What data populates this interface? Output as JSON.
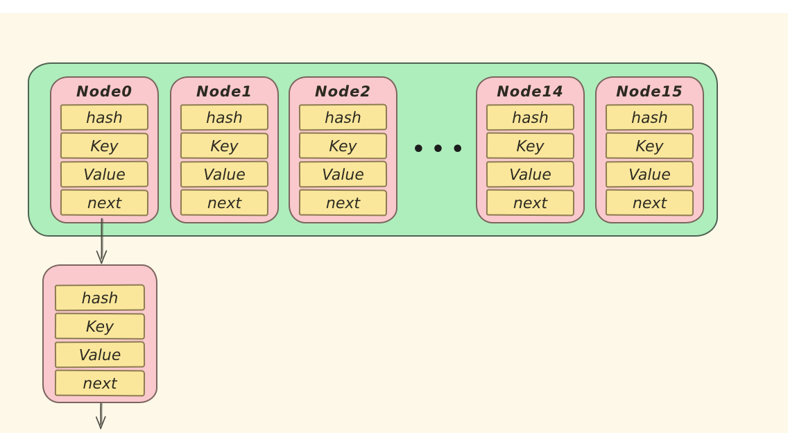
{
  "colors": {
    "background": "#fdf8e8",
    "top_strip": "#ffffff",
    "bucket_fill": "#aeeebc",
    "bucket_stroke": "#4f6353",
    "node_fill": "#f9c9ce",
    "node_stroke": "#7c655e",
    "field_fill": "#fae79c",
    "field_stroke": "#8d7b50",
    "text": "#2c2a21",
    "arrow": "#4c4c42"
  },
  "bucket_array": {
    "nodes": [
      {
        "title": "Node0",
        "fields": [
          "hash",
          "Key",
          "Value",
          "next"
        ]
      },
      {
        "title": "Node1",
        "fields": [
          "hash",
          "Key",
          "Value",
          "next"
        ]
      },
      {
        "title": "Node2",
        "fields": [
          "hash",
          "Key",
          "Value",
          "next"
        ]
      },
      {
        "title": "Node14",
        "fields": [
          "hash",
          "Key",
          "Value",
          "next"
        ]
      },
      {
        "title": "Node15",
        "fields": [
          "hash",
          "Key",
          "Value",
          "next"
        ]
      }
    ],
    "ellipsis": "•••"
  },
  "chained_node": {
    "fields": [
      "hash",
      "Key",
      "Value",
      "next"
    ]
  }
}
